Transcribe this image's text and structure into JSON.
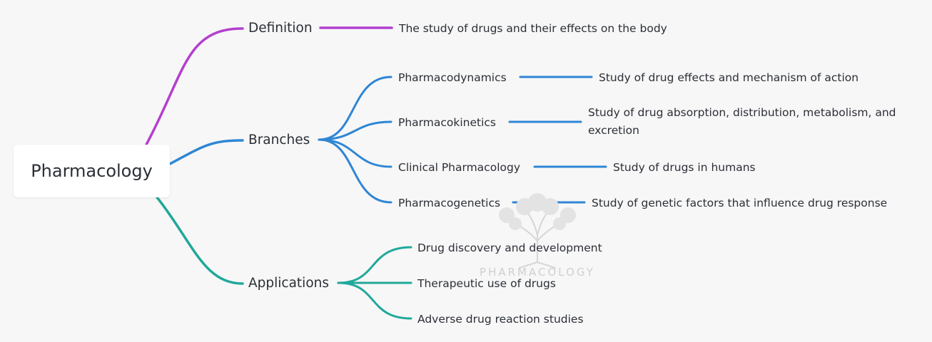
{
  "root": {
    "label": "Pharmacology"
  },
  "colors": {
    "definition": "#b43fcf",
    "branches": "#2f86d4",
    "applications": "#20a89a",
    "text": "#2b2f36"
  },
  "definition": {
    "label": "Definition",
    "items": [
      {
        "label": "The study of drugs and their effects on the body"
      }
    ]
  },
  "branches": {
    "label": "Branches",
    "items": [
      {
        "label": "Pharmacodynamics",
        "detail": "Study of drug effects and mechanism of action"
      },
      {
        "label": "Pharmacokinetics",
        "detail": "Study of drug absorption, distribution, metabolism, and excretion"
      },
      {
        "label": "Clinical Pharmacology",
        "detail": "Study of drugs in humans"
      },
      {
        "label": "Pharmacogenetics",
        "detail": "Study of genetic factors that influence drug response"
      }
    ]
  },
  "applications": {
    "label": "Applications",
    "items": [
      {
        "label": "Drug discovery and development"
      },
      {
        "label": "Therapeutic use of drugs"
      },
      {
        "label": "Adverse drug reaction studies"
      }
    ]
  },
  "watermark": {
    "text": "PHARMACOLOGY"
  }
}
